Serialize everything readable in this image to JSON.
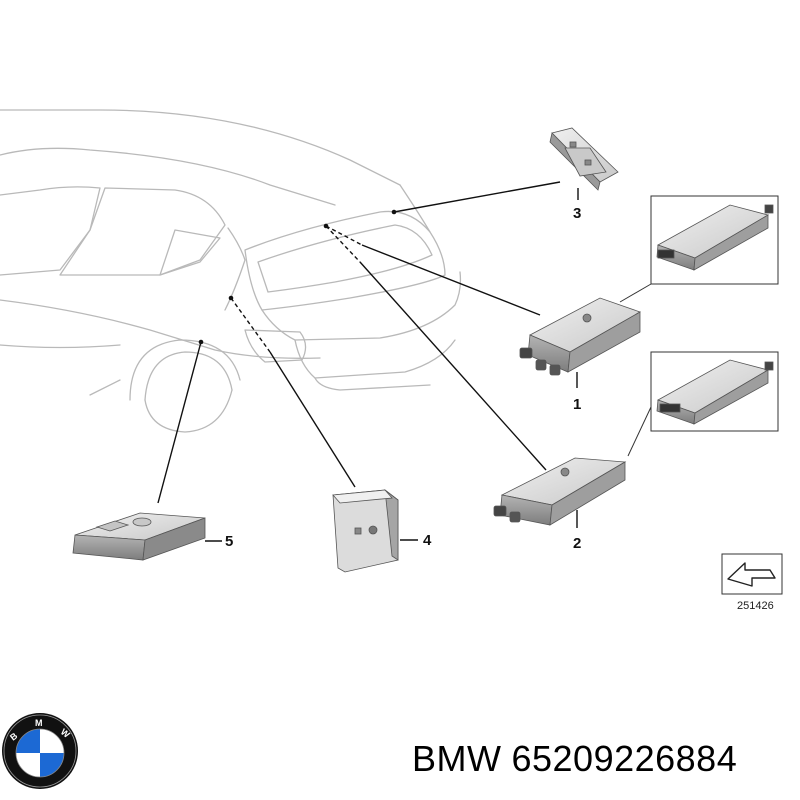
{
  "diagram": {
    "callouts": {
      "part1": "1",
      "part2": "2",
      "part3": "3",
      "part4": "4",
      "part5": "5"
    },
    "reference_number": "251426"
  },
  "footer": {
    "brand": "BMW",
    "part_number": "65209226884"
  },
  "logo": {
    "text": "BMW",
    "colors": {
      "ring": "#111111",
      "blue": "#1c69d4",
      "white": "#ffffff"
    }
  },
  "colors": {
    "outline": "#b9b9b9",
    "leader": "#111111",
    "part_light": "#dedede",
    "part_mid": "#a9a9a9",
    "part_dark": "#6e6e6e"
  }
}
